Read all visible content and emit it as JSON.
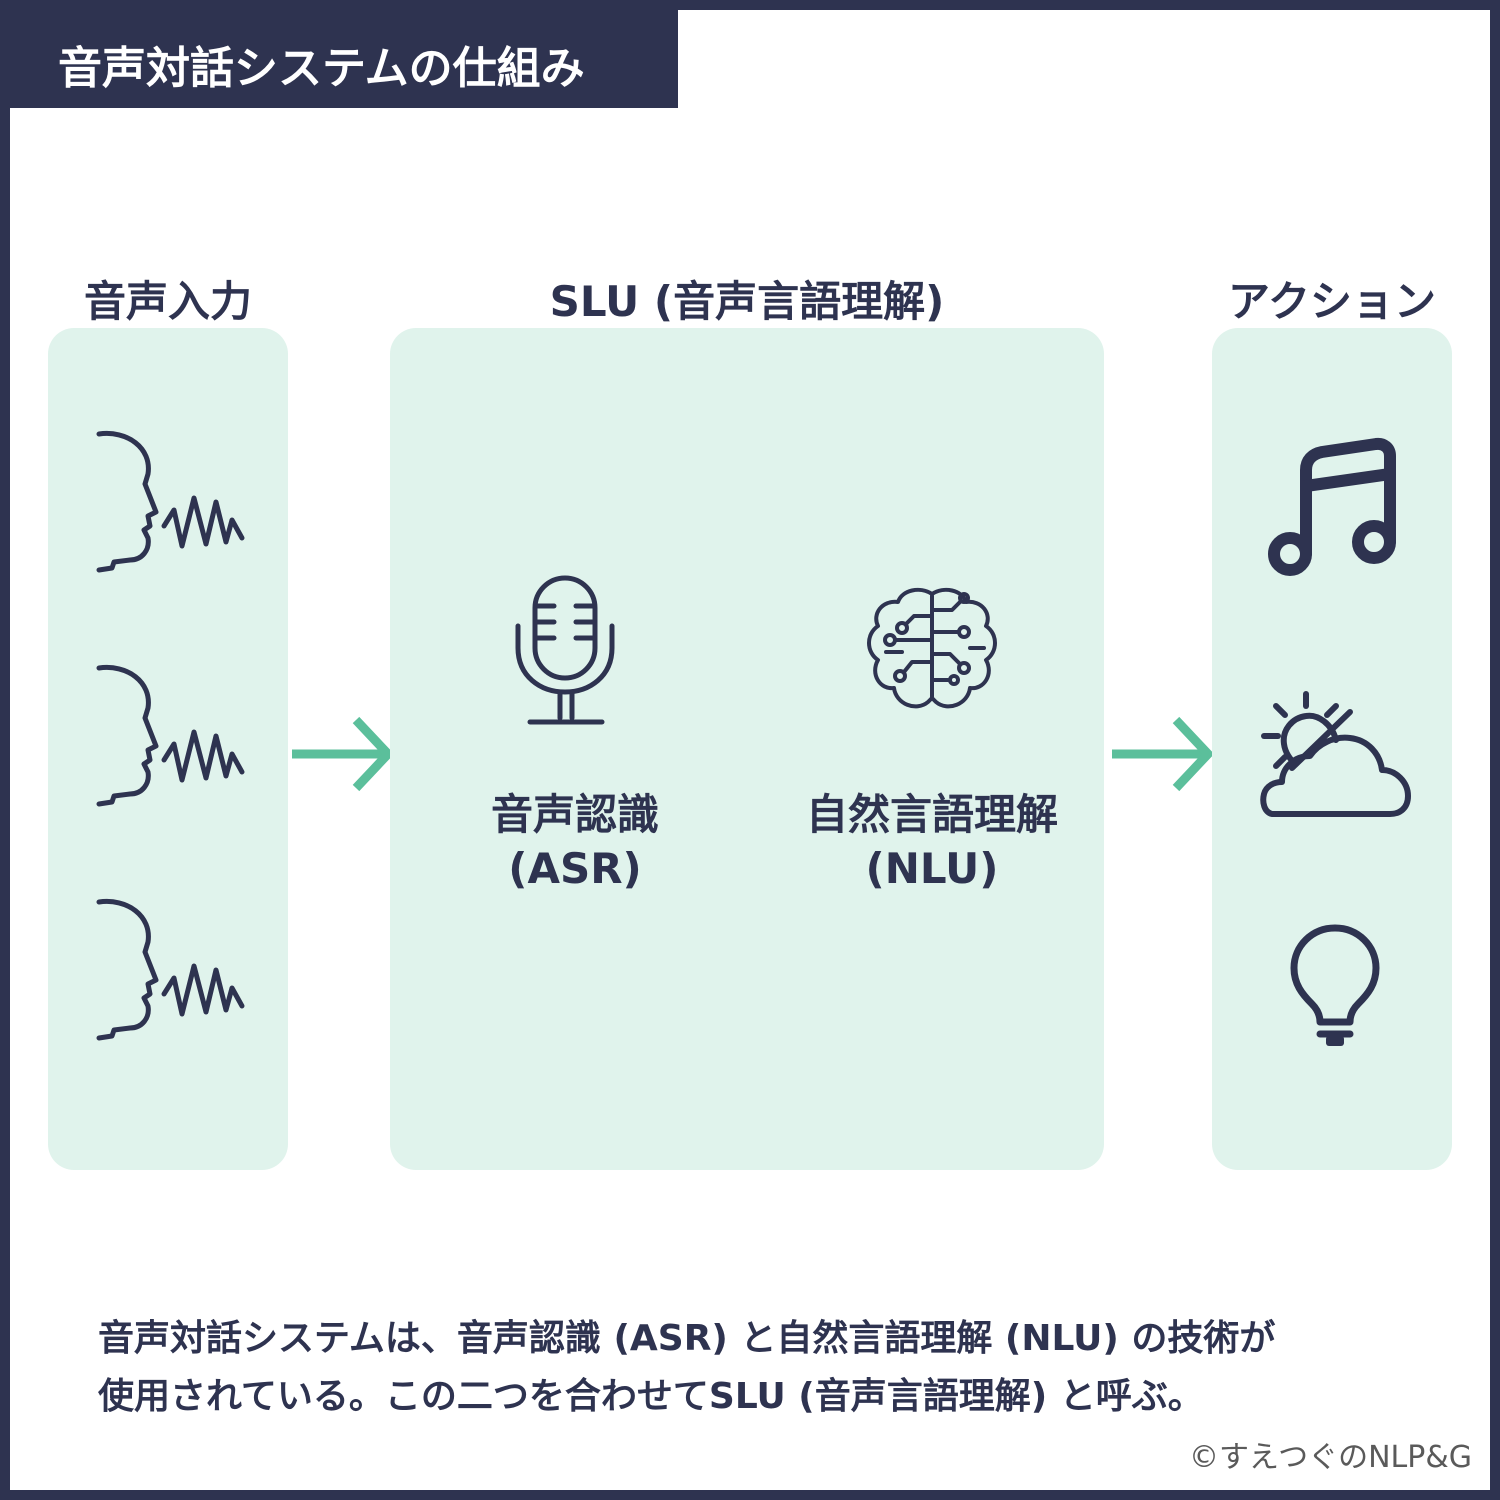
{
  "title": "音声対話システムの仕組み",
  "sections": {
    "input": {
      "label": "音声入力"
    },
    "slu": {
      "label": "SLU (音声言語理解)"
    },
    "action": {
      "label": "アクション"
    }
  },
  "components": {
    "asr": {
      "line1": "音声認識",
      "line2": "(ASR)"
    },
    "nlu": {
      "line1": "自然言語理解",
      "line2": "(NLU)"
    }
  },
  "icons": {
    "input": [
      "speaking-head-icon",
      "speaking-head-icon",
      "speaking-head-icon"
    ],
    "slu": [
      "microphone-icon",
      "circuit-brain-icon"
    ],
    "action": [
      "music-note-icon",
      "weather-sun-cloud-icon",
      "light-bulb-icon"
    ]
  },
  "colors": {
    "navy": "#2e3350",
    "panel": "#e0f3ec",
    "arrow": "#5bbf9b"
  },
  "caption": {
    "line1": "音声対話システムは、音声認識 (ASR) と自然言語理解 (NLU) の技術が",
    "line2": "使用されている。この二つを合わせてSLU (音声言語理解) と呼ぶ。"
  },
  "copyright": "©すえつぐのNLP&G"
}
